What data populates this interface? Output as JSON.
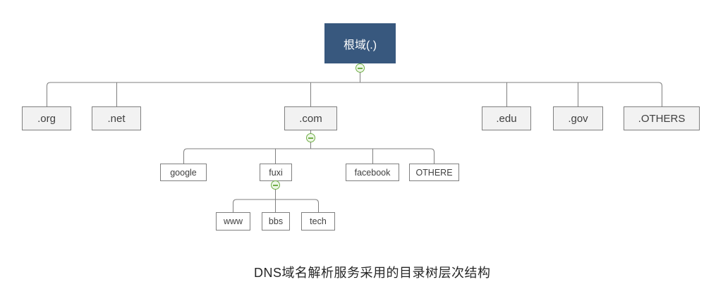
{
  "diagram": {
    "root": {
      "label": "根域(.)"
    },
    "tlds": [
      {
        "label": ".org"
      },
      {
        "label": ".net"
      },
      {
        "label": ".com"
      },
      {
        "label": ".edu"
      },
      {
        "label": ".gov"
      },
      {
        "label": ".OTHERS"
      }
    ],
    "com_children": [
      {
        "label": "google"
      },
      {
        "label": "fuxi"
      },
      {
        "label": "facebook"
      },
      {
        "label": "OTHERE"
      }
    ],
    "fuxi_children": [
      {
        "label": "www"
      },
      {
        "label": "bbs"
      },
      {
        "label": "tech"
      }
    ],
    "collapse_icons": {
      "state": "collapse",
      "glyph": "minus",
      "count": 3
    },
    "caption": "DNS域名解析服务采用的目录树层次结构",
    "colors": {
      "root_fill": "#38587e",
      "root_text": "#ffffff",
      "tld_fill": "#f2f2f2",
      "sub_fill": "#ffffff",
      "node_border": "#7f7f7f",
      "node_text": "#404040",
      "connector": "#7f7f7f",
      "collapse_green": "#6fae46",
      "collapse_fill": "#edf6e6",
      "caption_text": "#262626",
      "background": "#ffffff"
    }
  }
}
